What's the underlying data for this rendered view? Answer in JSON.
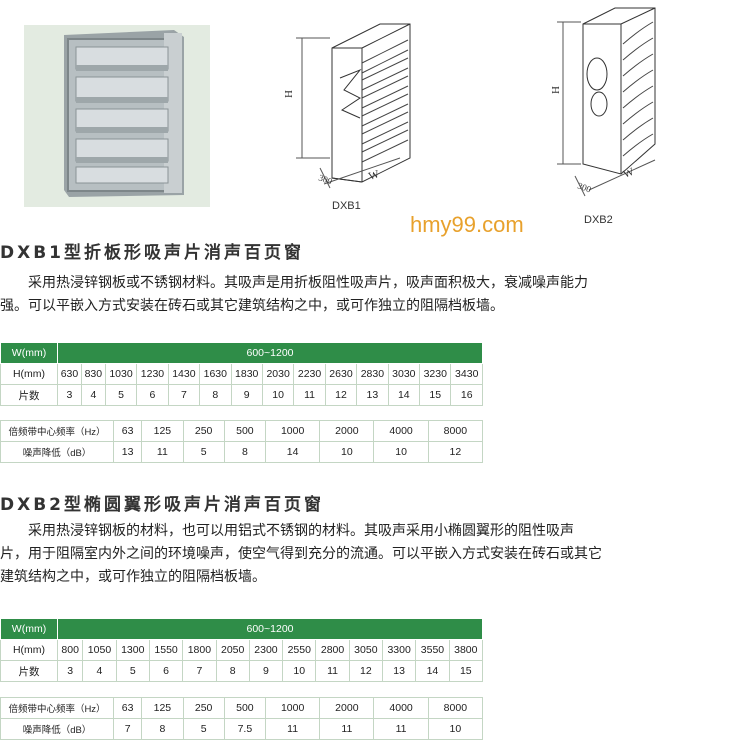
{
  "figures": {
    "dxb1_caption": "DXB1",
    "dxb2_caption": "DXB2",
    "dim_h": "H",
    "dim_w": "W",
    "dim_depth": "300"
  },
  "watermark": "hmy99.com",
  "section1": {
    "title": "DXB1型折板形吸声片消声百页窗",
    "para_lines": [
      "采用热浸锌钢板或不锈钢材料。其吸声是用折板阻性吸声片，吸声面积极大，衰减噪声能力",
      "强。可以平嵌入方式安装在砖石或其它建筑结构之中，或可作独立的阻隔档板墙。"
    ],
    "table": {
      "w_label": "W(mm)",
      "w_range": "600~1200",
      "h_label": "H(mm)",
      "h_values": [
        "630",
        "830",
        "1030",
        "1230",
        "1430",
        "1630",
        "1830",
        "2030",
        "2230",
        "2630",
        "2830",
        "3030",
        "3230",
        "3430"
      ],
      "count_label": "片数",
      "count_values": [
        "3",
        "4",
        "5",
        "6",
        "7",
        "8",
        "9",
        "10",
        "11",
        "12",
        "13",
        "14",
        "15",
        "16"
      ],
      "freq_label": "倍频带中心频率（Hz）",
      "freq_values": [
        "63",
        "125",
        "250",
        "500",
        "1000",
        "2000",
        "4000",
        "8000"
      ],
      "reduction_label": "噪声降低（dB）",
      "reduction_values": [
        "13",
        "11",
        "5",
        "8",
        "14",
        "10",
        "10",
        "12"
      ]
    }
  },
  "section2": {
    "title": "DXB2型椭圆翼形吸声片消声百页窗",
    "para_lines": [
      "采用热浸锌钢板的材料，也可以用铝式不锈钢的材料。其吸声采用小椭圆翼形的阻性吸声",
      "片，用于阻隔室内外之间的环境噪声，使空气得到充分的流通。可以平嵌入方式安装在砖石或其它",
      "建筑结构之中，或可作独立的阻隔档板墙。"
    ],
    "table": {
      "w_label": "W(mm)",
      "w_range": "600~1200",
      "h_label": "H(mm)",
      "h_values": [
        "800",
        "1050",
        "1300",
        "1550",
        "1800",
        "2050",
        "2300",
        "2550",
        "2800",
        "3050",
        "3300",
        "3550",
        "3800"
      ],
      "count_label": "片数",
      "count_values": [
        "3",
        "4",
        "5",
        "6",
        "7",
        "8",
        "9",
        "10",
        "11",
        "12",
        "13",
        "14",
        "15"
      ],
      "freq_label": "倍频带中心频率（Hz）",
      "freq_values": [
        "63",
        "125",
        "250",
        "500",
        "1000",
        "2000",
        "4000",
        "8000"
      ],
      "reduction_label": "噪声降低（dB）",
      "reduction_values": [
        "7",
        "8",
        "5",
        "7.5",
        "11",
        "11",
        "11",
        "10"
      ]
    }
  }
}
